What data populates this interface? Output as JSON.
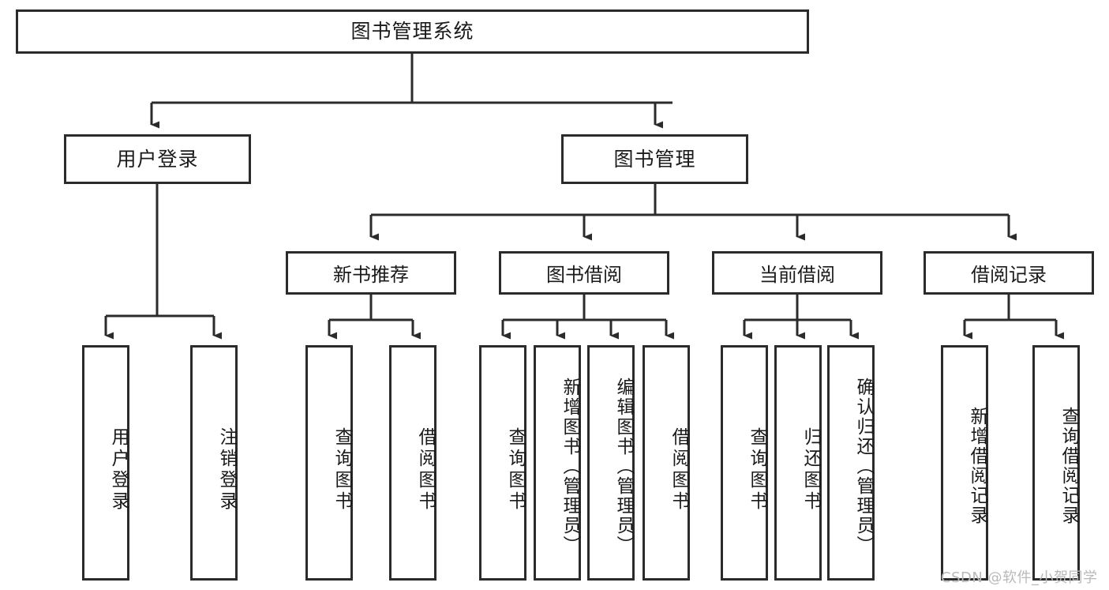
{
  "diagram": {
    "type": "tree",
    "title": "图书管理系统",
    "root": {
      "id": "root",
      "label": "图书管理系统"
    },
    "level2": [
      {
        "id": "user-login",
        "label": "用户登录"
      },
      {
        "id": "book-manage",
        "label": "图书管理"
      }
    ],
    "level3": [
      {
        "id": "new-book-recommend",
        "label": "新书推荐",
        "parent": "book-manage"
      },
      {
        "id": "book-borrow",
        "label": "图书借阅",
        "parent": "book-manage"
      },
      {
        "id": "current-borrow",
        "label": "当前借阅",
        "parent": "book-manage"
      },
      {
        "id": "borrow-record",
        "label": "借阅记录",
        "parent": "book-manage"
      }
    ],
    "leaves": [
      {
        "id": "leaf-user-login",
        "label": "用户登录",
        "parent": "user-login"
      },
      {
        "id": "leaf-user-logout",
        "label": "注销登录",
        "parent": "user-login"
      },
      {
        "id": "leaf-query-book-1",
        "label": "查询图书",
        "parent": "new-book-recommend"
      },
      {
        "id": "leaf-borrow-book-1",
        "label": "借阅图书",
        "parent": "new-book-recommend"
      },
      {
        "id": "leaf-query-book-2",
        "label": "查询图书",
        "parent": "book-borrow"
      },
      {
        "id": "leaf-add-book",
        "label": "新增图书（管理员）",
        "parent": "book-borrow"
      },
      {
        "id": "leaf-edit-book",
        "label": "编辑图书（管理员）",
        "parent": "book-borrow"
      },
      {
        "id": "leaf-borrow-book-2",
        "label": "借阅图书",
        "parent": "book-borrow"
      },
      {
        "id": "leaf-query-book-3",
        "label": "查询图书",
        "parent": "current-borrow"
      },
      {
        "id": "leaf-return-book",
        "label": "归还图书",
        "parent": "current-borrow"
      },
      {
        "id": "leaf-confirm-return",
        "label": "确认归还（管理员）",
        "parent": "current-borrow"
      },
      {
        "id": "leaf-add-record",
        "label": "新增借阅记录",
        "parent": "borrow-record"
      },
      {
        "id": "leaf-query-record",
        "label": "查询借阅记录",
        "parent": "borrow-record"
      }
    ]
  },
  "watermark": {
    "text": "CSDN @软件_小贺同学"
  },
  "colors": {
    "border": "#2b2b2b",
    "background": "#ffffff",
    "text": "#1a1a1a",
    "watermark": "#b9b9b9"
  }
}
